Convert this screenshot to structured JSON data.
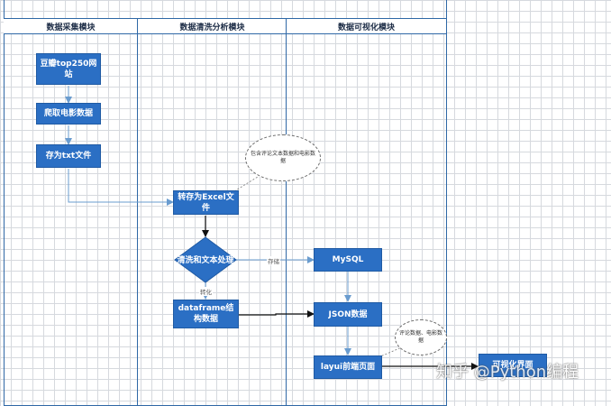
{
  "lanes": [
    {
      "title": "数据采集模块"
    },
    {
      "title": "数据清洗分析模块"
    },
    {
      "title": "数据可视化模块"
    }
  ],
  "nodes": {
    "douban": "豆瓣top250网站",
    "crawl": "爬取电影数据",
    "save_txt": "存为txt文件",
    "to_excel": "转存为Excel文件",
    "clean": "清洗和文本处理",
    "dataframe": "dataframe结构数据",
    "mysql": "MySQL",
    "json": "JSON数据",
    "layui": "layui前端页面",
    "visual": "可视化界面"
  },
  "notes": {
    "excel_note": "包含评论文本数据和电影数据",
    "layui_note": "评论数据、电影数据"
  },
  "edge_labels": {
    "store": "存储",
    "convert": "转化"
  },
  "watermark": "知乎 @Python编程"
}
